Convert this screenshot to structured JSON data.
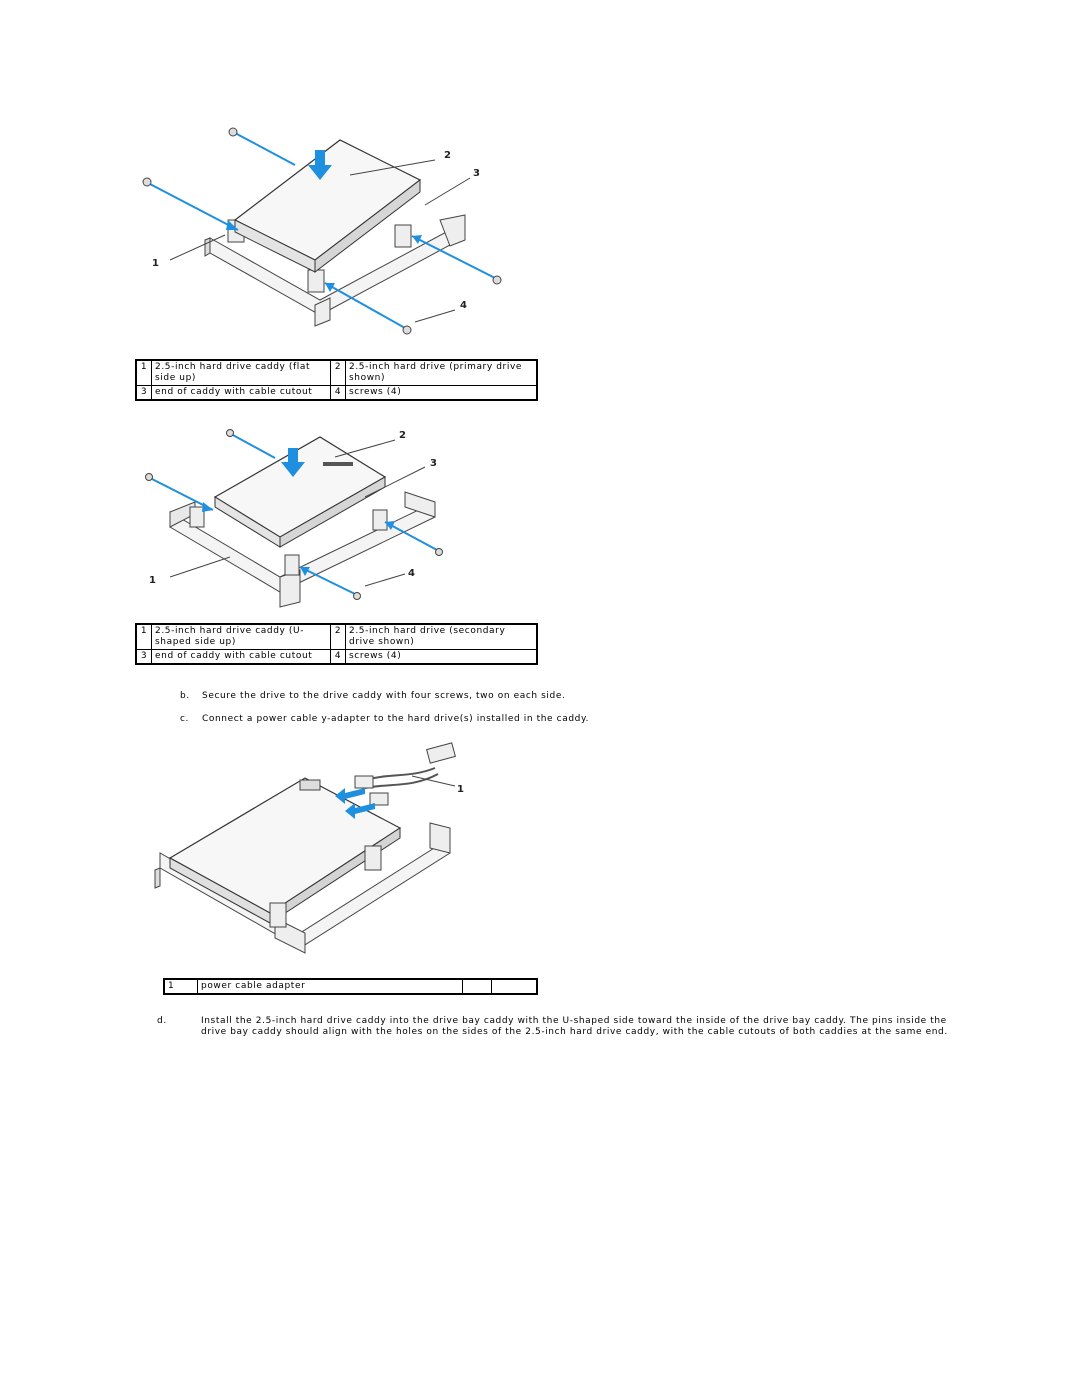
{
  "figure1": {
    "callouts": [
      "1",
      "2",
      "3",
      "4"
    ],
    "legend": [
      [
        {
          "num": "1",
          "text": "2.5-inch hard drive caddy (flat side up)"
        },
        {
          "num": "2",
          "text": "2.5-inch hard drive (primary drive shown)"
        }
      ],
      [
        {
          "num": "3",
          "text": "end of caddy with cable cutout"
        },
        {
          "num": "4",
          "text": "screws (4)"
        }
      ]
    ]
  },
  "figure2": {
    "callouts": [
      "1",
      "2",
      "3",
      "4"
    ],
    "legend": [
      [
        {
          "num": "1",
          "text": "2.5-inch hard drive caddy (U-shaped side up)"
        },
        {
          "num": "2",
          "text": "2.5-inch hard drive (secondary drive shown)"
        }
      ],
      [
        {
          "num": "3",
          "text": "end of caddy with cable cutout"
        },
        {
          "num": "4",
          "text": "screws (4)"
        }
      ]
    ]
  },
  "steps": {
    "b": {
      "letter": "b.",
      "text": "Secure the drive to the drive caddy with four screws, two on each side."
    },
    "c": {
      "letter": "c.",
      "text": "Connect a power cable y-adapter to the hard drive(s) installed in the caddy."
    },
    "d": {
      "letter": "d.",
      "text": "Install the 2.5-inch hard drive caddy into the drive bay caddy with the U-shaped side toward the inside of the drive bay caddy. The pins inside the drive bay caddy should align with the holes on the sides of the 2.5-inch hard drive caddy, with the cable cutouts of both caddies at the same end."
    }
  },
  "figure3": {
    "callouts": [
      "1"
    ],
    "legend": [
      [
        {
          "num": "1",
          "text": "power cable adapter"
        },
        {
          "num": "",
          "text": ""
        }
      ]
    ]
  },
  "colors": {
    "arrow": "#1f8fe0",
    "line": "#444444",
    "fill": "#f2f2f2"
  }
}
